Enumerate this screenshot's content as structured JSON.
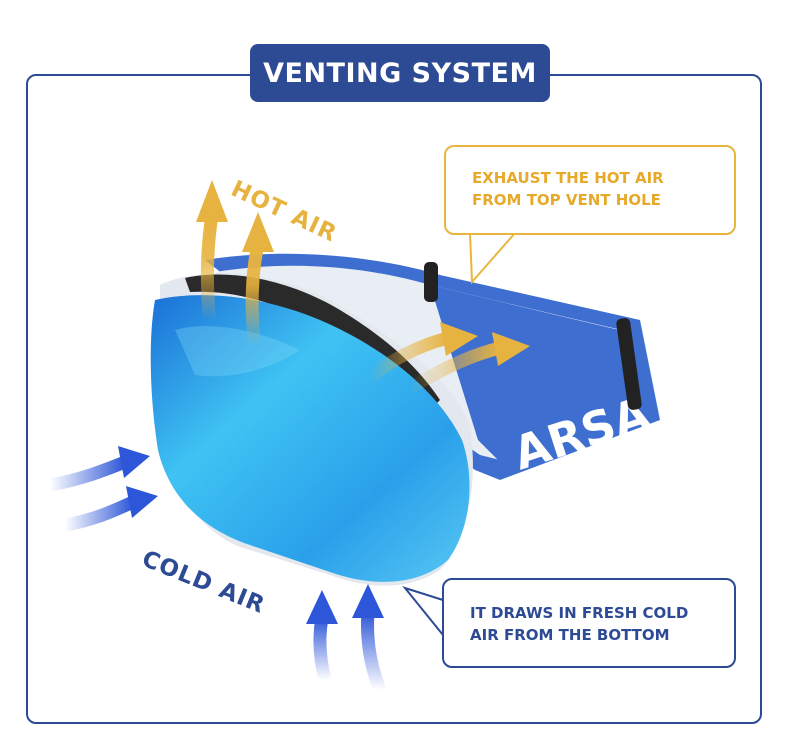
{
  "title": "VENTING SYSTEM",
  "callouts": {
    "top": "EXHAUST THE HOT AIR FROM TOP VENT HOLE",
    "bottom": "IT DRAWS IN FRESH COLD AIR FROM THE BOTTOM"
  },
  "labels": {
    "hot_air": "HOT AIR",
    "cold_air": "COLD AIR"
  },
  "strap_text": "ARSA",
  "colors": {
    "brand_blue": "#2d4a94",
    "hot_yellow": "#e7b340",
    "lens_cyan": "#3fb8ef"
  }
}
